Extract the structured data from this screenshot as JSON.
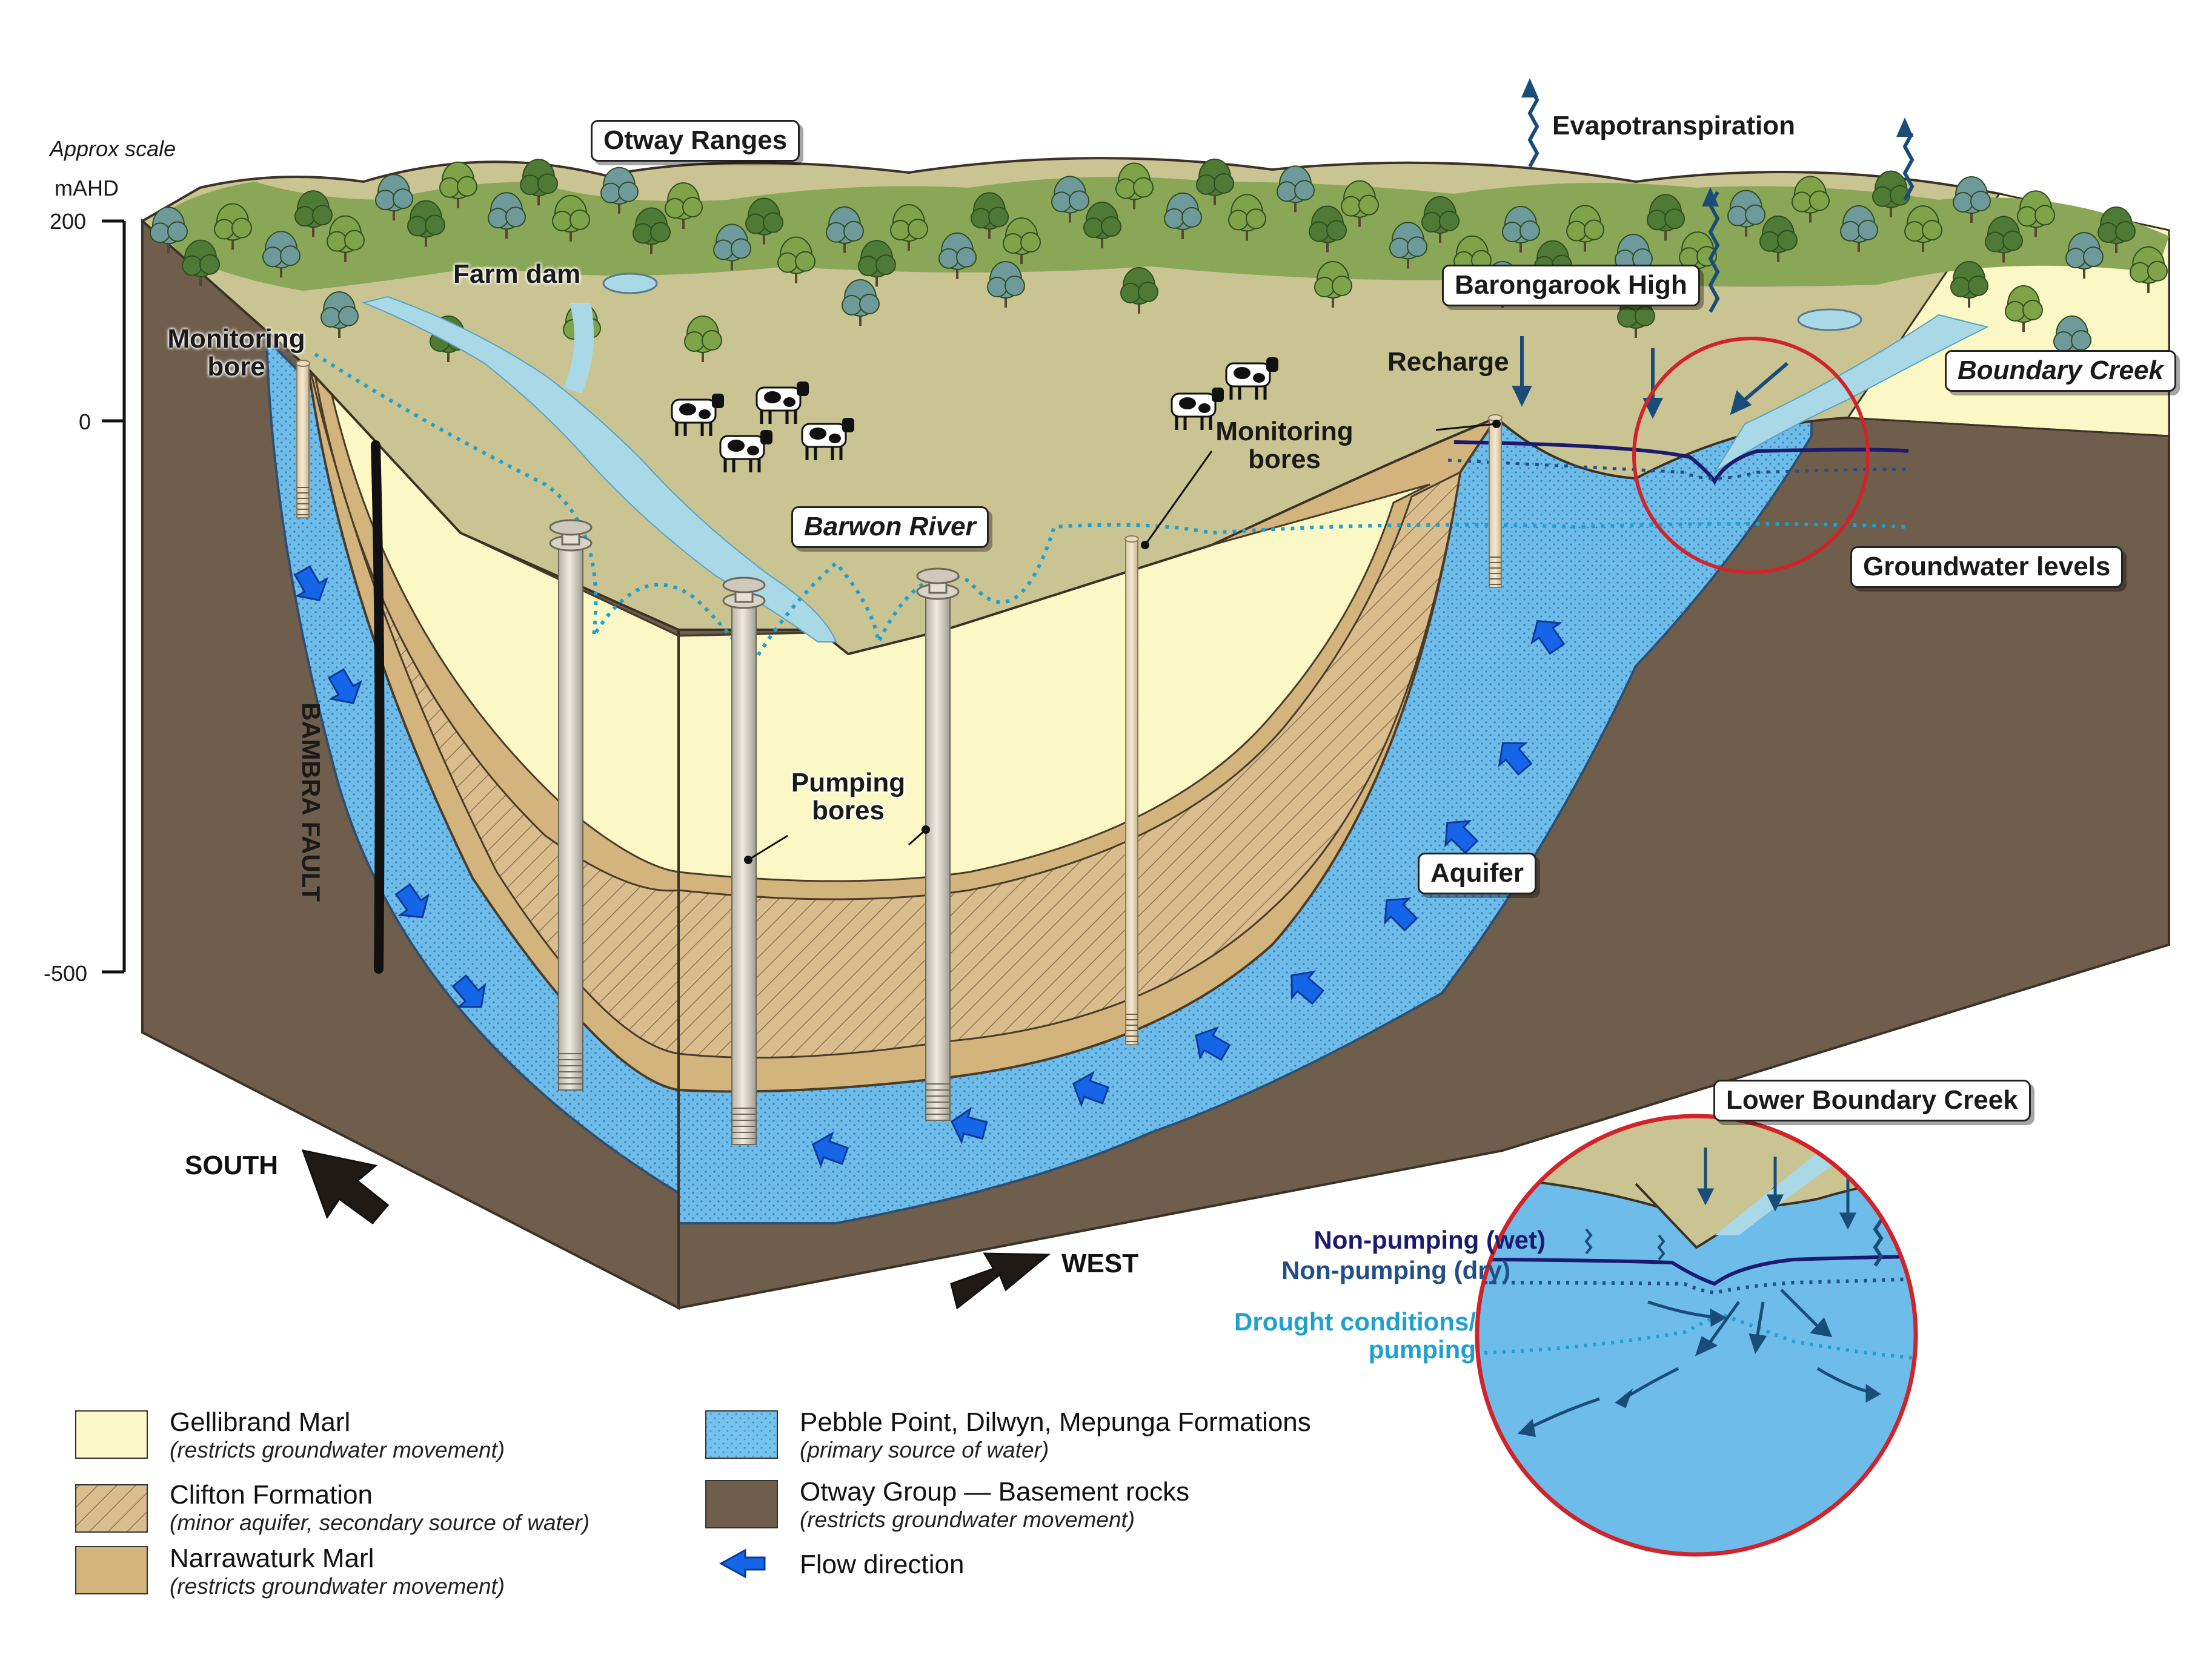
{
  "scale": {
    "caption": "Approx scale",
    "unit": "mAHD",
    "ticks": [
      "200",
      "0",
      "-500"
    ]
  },
  "labels": {
    "otway_ranges": "Otway Ranges",
    "evapotranspiration": "Evapotranspiration",
    "farm_dam": "Farm dam",
    "monitoring_bore": "Monitoring bore",
    "barongarook_high": "Barongarook High",
    "recharge": "Recharge",
    "boundary_creek": "Boundary Creek",
    "monitoring_bores": "Monitoring bores",
    "barwon_river": "Barwon River",
    "groundwater_levels": "Groundwater levels",
    "bambra_fault": "BAMBRA FAULT",
    "pumping_bores": "Pumping bores",
    "aquifer": "Aquifer",
    "lower_boundary_creek": "Lower Boundary Creek",
    "south": "SOUTH",
    "west": "WEST"
  },
  "water_levels": [
    {
      "label": "Non-pumping (wet)",
      "color": "#1c1a6e"
    },
    {
      "label": "Non-pumping (dry)",
      "color": "#234f86"
    },
    {
      "label": "Drought conditions/ pumping",
      "color": "#1fa0cf"
    }
  ],
  "legend": [
    {
      "title": "Gellibrand Marl",
      "subtitle": "(restricts groundwater movement)",
      "color": "#fbf8c6",
      "pattern": "none"
    },
    {
      "title": "Clifton Formation",
      "subtitle": "(minor aquifer, secondary source of water)",
      "color": "#d5b88a",
      "pattern": "hatch"
    },
    {
      "title": "Narrawaturk Marl",
      "subtitle": "(restricts groundwater movement)",
      "color": "#d3b47d",
      "pattern": "none"
    },
    {
      "title": "Pebble Point, Dilwyn, Mepunga Formations",
      "subtitle": "(primary source of water)",
      "color": "#6dbcea",
      "pattern": "dots"
    },
    {
      "title": "Otway Group — Basement rocks",
      "subtitle": "(restricts groundwater movement)",
      "color": "#6e5e4b",
      "pattern": "none"
    },
    {
      "title": "Flow direction",
      "subtitle": "",
      "color": "#1565e8",
      "pattern": "arrow"
    }
  ],
  "colors": {
    "surface": "#c9c492",
    "gellibrand": "#fbf8c6",
    "narrawaturk": "#d3b47d",
    "aquifer": "#6dbcea",
    "basement": "#6e5e4b",
    "river": "#a9d8e6",
    "flow_arrow": "#1565e8",
    "inset_ring": "#d2232a",
    "trees": "#4f7a35"
  }
}
